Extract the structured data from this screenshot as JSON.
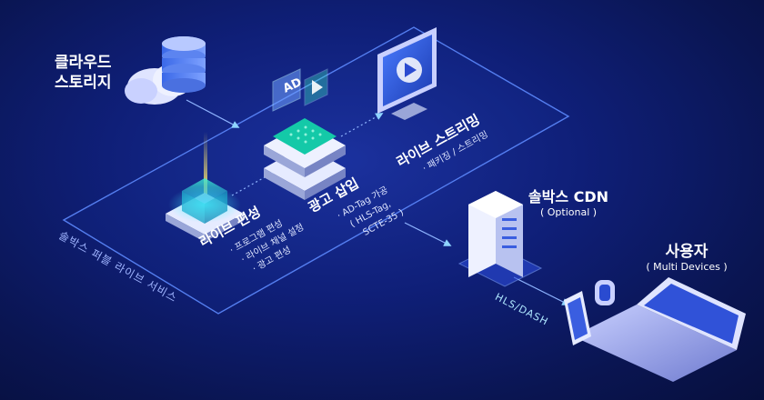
{
  "storage": {
    "line1": "클라우드",
    "line2": "스토리지"
  },
  "platform_label": "솔박스 퍼블 라이브 서비스",
  "live_edit": {
    "title": "라이브 편성",
    "items": [
      "· 프로그램 편성",
      "· 라이브 채널 설정",
      "· 광고 편성"
    ]
  },
  "ad_insert": {
    "title": "광고 삽입",
    "items": [
      "· AD-Tag 가공",
      "( HLS-Tag,",
      "SCTE-35 )"
    ],
    "badge": "AD"
  },
  "live_stream": {
    "title": "라이브 스트리밍",
    "items": [
      "· 패키징 / 스트리밍"
    ]
  },
  "cdn": {
    "title": "솔박스 CDN",
    "subtitle": "( Optional )"
  },
  "protocol": "HLS/DASH",
  "user": {
    "title": "사용자",
    "subtitle": "( Multi Devices )"
  },
  "colors": {
    "background": "#0f1f78",
    "accent": "#2de0ff",
    "line": "#8fb4ff",
    "green": "#3ef0c0"
  }
}
